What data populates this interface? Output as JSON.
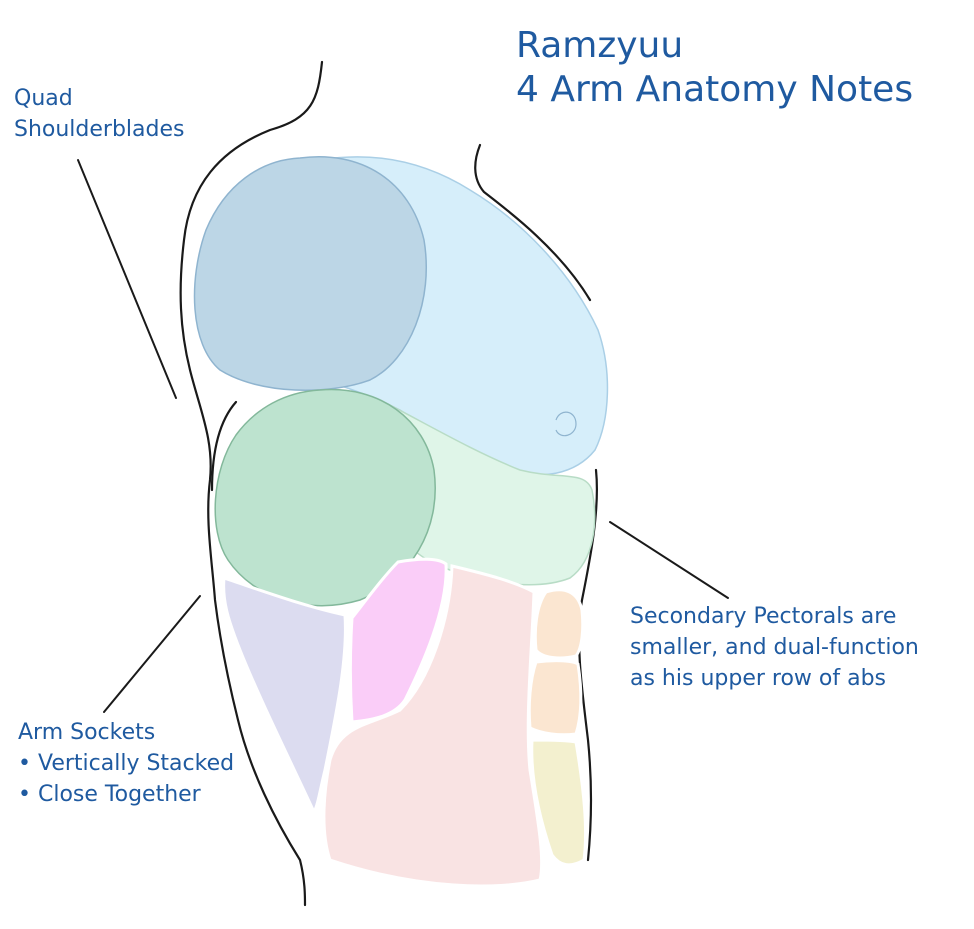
{
  "title": {
    "line1": "Ramzyuu",
    "line2": "4 Arm Anatomy Notes"
  },
  "labels": {
    "shoulderblades": {
      "line1": "Quad",
      "line2": "Shoulderblades"
    },
    "arm_sockets": {
      "heading": "Arm Sockets",
      "bullets": [
        "Vertically Stacked",
        "Close Together"
      ]
    },
    "secondary_pectorals": {
      "line1": "Secondary Pectorals are",
      "line2": "smaller, and dual-function",
      "line3": "as his upper row of abs"
    }
  },
  "colors": {
    "text": "#1f5aa0",
    "outline": "#1a1a1a",
    "upper_shoulder": "#bcd6e6",
    "upper_pectoral": "#d6eefa",
    "lower_shoulder": "#bde3cf",
    "secondary_pectoral": "#dff5e8",
    "serratus_purple": "#dcdcf0",
    "oblique_pink": "#facdf8",
    "stomach": "#f9e3e3",
    "abs_orange": "#fbe6d1",
    "abs_yellow": "#f3f0cf"
  }
}
